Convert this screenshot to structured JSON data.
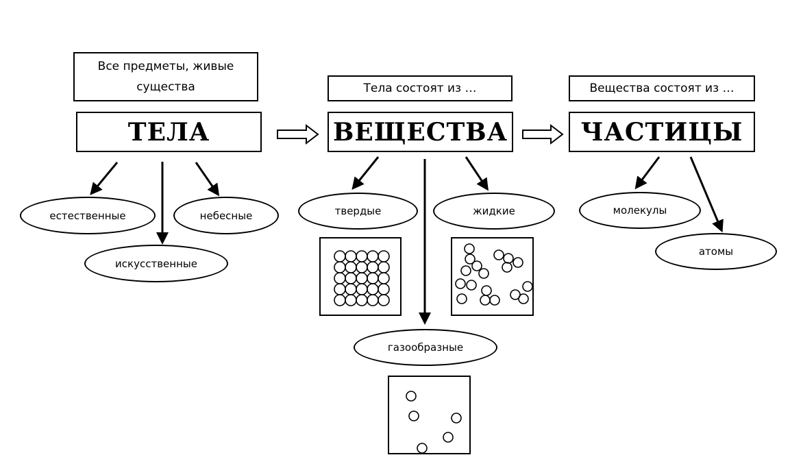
{
  "notes": {
    "tela": "Все предметы, живые существа",
    "veshchestva": "Тела состоят из …",
    "chastitsy": "Вещества состоят из …"
  },
  "titles": {
    "tela": "ТЕЛА",
    "veshchestva": "ВЕЩЕСТВА",
    "chastitsy": "ЧАСТИЦЫ"
  },
  "ovals": {
    "estestvennye": "естественные",
    "nebesnye": "небесные",
    "iskusstvennye": "искусственные",
    "tverdye": "твердые",
    "zhidkie": "жидкие",
    "gazoobraznye": "газообразные",
    "molekuly": "молекулы",
    "atomy": "атомы"
  }
}
